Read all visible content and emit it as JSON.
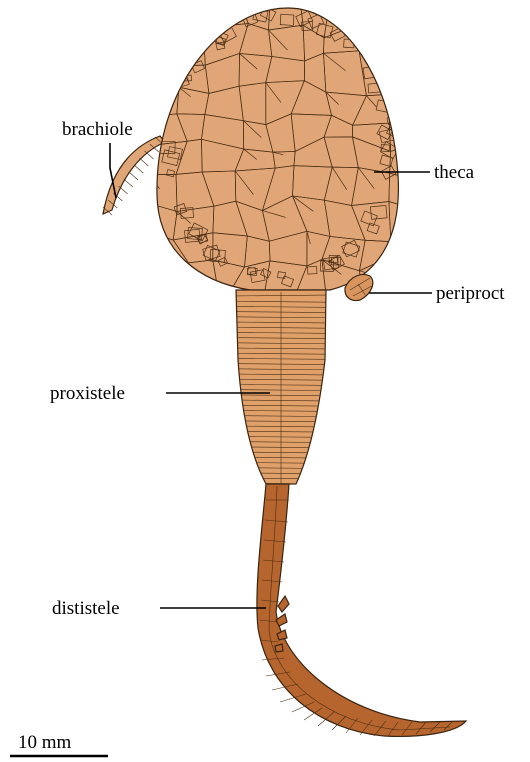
{
  "labels": {
    "brachiole": "brachiole",
    "theca": "theca",
    "periproct": "periproct",
    "proxistele": "proxistele",
    "dististele": "dististele"
  },
  "scale_bar": {
    "label": "10 mm"
  },
  "colors": {
    "theca": "#e0a677",
    "proxistele": "#e0a06a",
    "dististele": "#b5652d",
    "outline": "#3a2410",
    "text": "#000000"
  }
}
